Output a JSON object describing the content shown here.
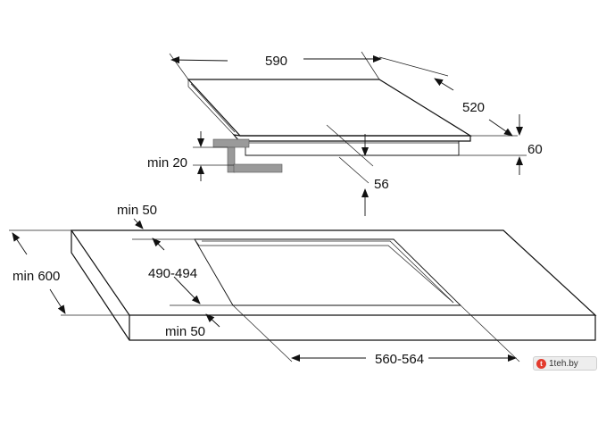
{
  "diagram": {
    "dimensions": {
      "hob_width": "590",
      "hob_depth": "520",
      "hob_height": "60",
      "below_depth": "56",
      "min_clearance_below": "min 20",
      "min_back_clearance": "min 50",
      "cutout_depth": "490-494",
      "min_front_clearance": "min 50",
      "worktop_depth": "min 600",
      "cutout_width": "560-564"
    },
    "colors": {
      "line": "#111111",
      "clip": "#9a9a9a",
      "background": "#ffffff"
    }
  },
  "watermark": {
    "text": "1teh.by",
    "logo_letter": "t"
  }
}
